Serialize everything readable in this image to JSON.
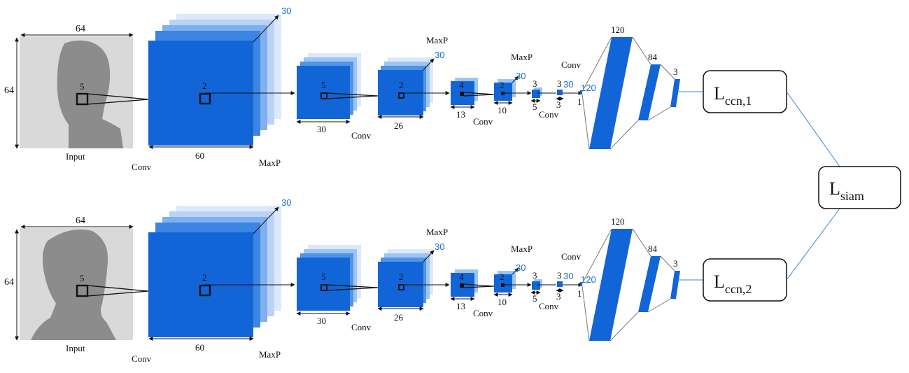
{
  "colors": {
    "layer_blue": "#1265d6",
    "accent_text_blue": "#1b6fd1",
    "input_background": "#d9d9d9"
  },
  "branches": [
    {
      "input": {
        "caption": "Input",
        "width": "64",
        "height": "64",
        "kernel": "5"
      },
      "conv1": {
        "kernel": "2",
        "width": "60",
        "depth": "30",
        "op_label": "Conv",
        "pool_label": "MaxP"
      },
      "conv2": {
        "kernel": "5",
        "width": "30",
        "op_label": "Conv"
      },
      "conv3": {
        "kernel": "2",
        "width": "26",
        "depth": "30",
        "pool_label": "MaxP"
      },
      "conv4": {
        "kernel": "4",
        "width": "13",
        "op_label": "Conv"
      },
      "conv5": {
        "kernel": "2",
        "width": "10",
        "depth": "30",
        "pool_label": "MaxP"
      },
      "conv6": {
        "kernel": "3",
        "width": "5",
        "op_label": "Conv"
      },
      "conv7": {
        "kernel": "3",
        "width": "3",
        "depth": "30",
        "op_label": "Conv"
      },
      "flat": {
        "width": "1",
        "depth": "120"
      },
      "fc": {
        "fc1": "120",
        "fc2": "84",
        "fc3": "3"
      },
      "loss": {
        "main": "L",
        "sub": "ccn,1"
      }
    },
    {
      "input": {
        "caption": "Input",
        "width": "64",
        "height": "64",
        "kernel": "5"
      },
      "conv1": {
        "kernel": "2",
        "width": "60",
        "depth": "30",
        "op_label": "Conv",
        "pool_label": "MaxP"
      },
      "conv2": {
        "kernel": "5",
        "width": "30",
        "op_label": "Conv"
      },
      "conv3": {
        "kernel": "2",
        "width": "26",
        "depth": "30",
        "pool_label": "MaxP"
      },
      "conv4": {
        "kernel": "4",
        "width": "13",
        "op_label": "Conv"
      },
      "conv5": {
        "kernel": "2",
        "width": "10",
        "depth": "30",
        "pool_label": "MaxP"
      },
      "conv6": {
        "kernel": "3",
        "width": "5",
        "op_label": "Conv"
      },
      "conv7": {
        "kernel": "3",
        "width": "3",
        "depth": "30",
        "op_label": "Conv"
      },
      "flat": {
        "width": "1",
        "depth": "120"
      },
      "fc": {
        "fc1": "120",
        "fc2": "84",
        "fc3": "3"
      },
      "loss": {
        "main": "L",
        "sub": "ccn,2"
      }
    }
  ],
  "siamese_loss": {
    "main": "L",
    "sub": "siam"
  }
}
